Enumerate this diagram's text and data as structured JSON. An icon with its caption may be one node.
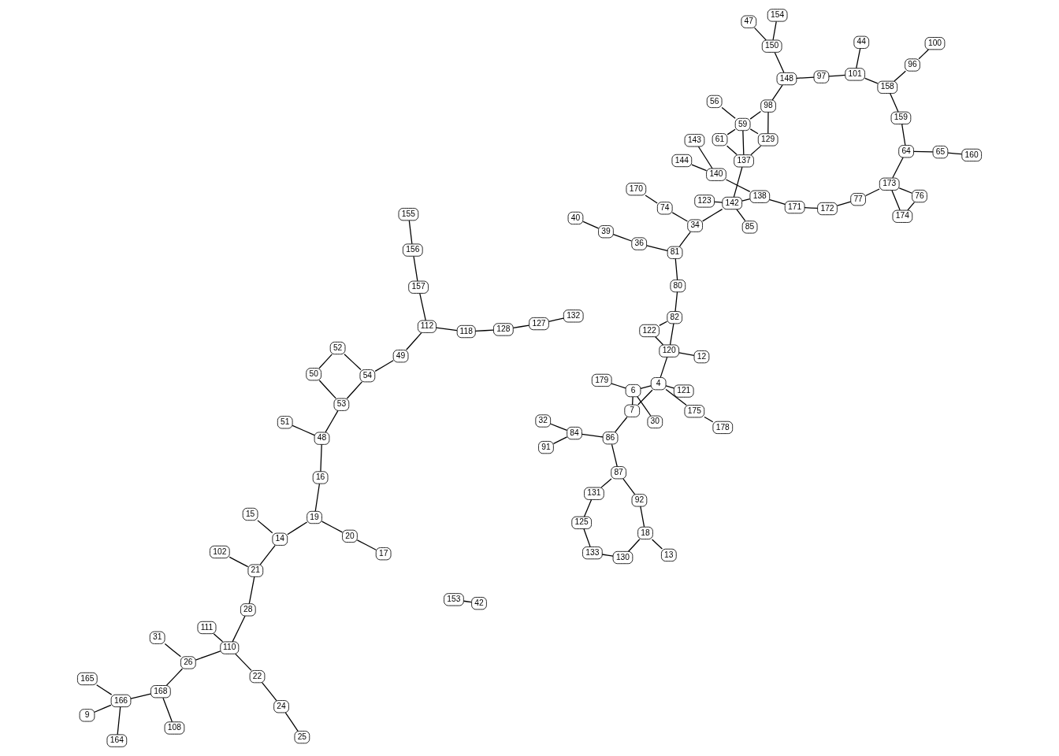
{
  "diagram": {
    "nodes": [
      {
        "text": [
          "9"
        ]
      },
      {
        "text": [
          "108"
        ]
      },
      {
        "text": [
          "111"
        ]
      },
      {
        "text": [
          "102"
        ]
      },
      {
        "text": [
          "166"
        ]
      },
      {
        "text": [
          "165"
        ]
      },
      {
        "text": [
          "164"
        ]
      },
      {
        "text": [
          "168"
        ]
      },
      {
        "text": [
          "110"
        ]
      },
      {
        "text": [
          "26"
        ]
      },
      {
        "text": [
          "22"
        ]
      },
      {
        "text": [
          "31"
        ]
      },
      {
        "text": [
          "24"
        ]
      },
      {
        "text": [
          "28"
        ]
      },
      {
        "text": [
          "25"
        ]
      },
      {
        "text": [
          "32"
        ]
      },
      {
        "text": [
          "30"
        ]
      },
      {
        "text": [
          "91"
        ]
      },
      {
        "text": [
          "84"
        ]
      },
      {
        "text": [
          "92"
        ]
      },
      {
        "text": [
          "6"
        ]
      },
      {
        "text": [
          "4"
        ]
      },
      {
        "text": [
          "7"
        ]
      },
      {
        "text": [
          "86"
        ]
      },
      {
        "text": [
          "87"
        ]
      },
      {
        "text": [
          "85"
        ]
      },
      {
        "text": [
          "175"
        ]
      },
      {
        "text": [
          "12"
        ]
      },
      {
        "text": [
          "178"
        ]
      },
      {
        "text": [
          "179"
        ]
      },
      {
        "text": [
          "120"
        ]
      },
      {
        "text": [
          "121"
        ]
      },
      {
        "text": [
          "122"
        ]
      },
      {
        "text": [
          "123"
        ]
      },
      {
        "text": [
          "82"
        ]
      },
      {
        "text": [
          "80"
        ]
      },
      {
        "text": [
          "81"
        ]
      },
      {
        "text": [
          "34"
        ]
      },
      {
        "text": [
          "36"
        ]
      },
      {
        "text": [
          "40"
        ]
      },
      {
        "text": [
          "39"
        ]
      },
      {
        "text": [
          "142"
        ]
      },
      {
        "text": [
          "17"
        ]
      },
      {
        "text": [
          "20"
        ]
      },
      {
        "text": [
          "21"
        ]
      },
      {
        "text": [
          "14"
        ]
      },
      {
        "text": [
          "15"
        ]
      },
      {
        "text": [
          "19"
        ]
      },
      {
        "text": [
          "16"
        ]
      },
      {
        "text": [
          "13"
        ]
      },
      {
        "text": [
          "18"
        ]
      },
      {
        "text": [
          "51"
        ]
      },
      {
        "text": [
          "50"
        ]
      },
      {
        "text": [
          "52"
        ]
      },
      {
        "text": [
          "53"
        ]
      },
      {
        "text": [
          "54"
        ]
      },
      {
        "text": [
          "49"
        ]
      },
      {
        "text": [
          "112"
        ]
      },
      {
        "text": [
          "130"
        ]
      },
      {
        "text": [
          "133"
        ]
      },
      {
        "text": [
          "131"
        ]
      },
      {
        "text": [
          "128"
        ]
      },
      {
        "text": [
          "127"
        ]
      },
      {
        "text": [
          "132"
        ]
      },
      {
        "text": [
          "125"
        ]
      },
      {
        "text": [
          "129"
        ]
      },
      {
        "text": [
          "118"
        ]
      },
      {
        "text": [
          "157"
        ]
      },
      {
        "text": [
          "153"
        ]
      },
      {
        "text": [
          "154"
        ]
      },
      {
        "text": [
          "42"
        ]
      },
      {
        "text": [
          "156"
        ]
      },
      {
        "text": [
          "155"
        ]
      },
      {
        "text": [
          "150"
        ]
      },
      {
        "text": [
          "148"
        ]
      },
      {
        "text": [
          "97"
        ]
      },
      {
        "text": [
          "47"
        ]
      },
      {
        "text": [
          "98"
        ]
      },
      {
        "text": [
          "101"
        ]
      },
      {
        "text": [
          "59"
        ]
      },
      {
        "text": [
          "61"
        ]
      },
      {
        "text": [
          "56"
        ]
      },
      {
        "text": [
          "44"
        ]
      },
      {
        "text": [
          "158"
        ]
      },
      {
        "text": [
          "159"
        ]
      },
      {
        "text": [
          "96"
        ]
      },
      {
        "text": [
          "100"
        ]
      },
      {
        "text": [
          "137"
        ]
      },
      {
        "text": [
          "144"
        ]
      },
      {
        "text": [
          "138"
        ]
      },
      {
        "text": [
          "140"
        ]
      },
      {
        "text": [
          "143"
        ]
      },
      {
        "text": [
          "171"
        ]
      },
      {
        "text": [
          "172"
        ]
      },
      {
        "text": [
          "77"
        ]
      },
      {
        "text": [
          "74"
        ]
      },
      {
        "text": [
          "174"
        ]
      },
      {
        "text": [
          "170"
        ]
      },
      {
        "text": [
          "76"
        ]
      },
      {
        "text": [
          "173"
        ]
      },
      {
        "text": [
          "64"
        ]
      },
      {
        "text": [
          "65"
        ]
      },
      {
        "text": [
          "160"
        ]
      },
      {
        "text": [
          "48"
        ]
      }
    ],
    "edges": [
      {
        "from": 0,
        "to": 4,
        "arrow": "none"
      },
      {
        "from": 4,
        "to": 5,
        "arrow": "none"
      },
      {
        "from": 4,
        "to": 7,
        "arrow": "none"
      },
      {
        "from": 4,
        "to": 6,
        "arrow": "none"
      },
      {
        "from": 7,
        "to": 9,
        "arrow": "none"
      },
      {
        "from": 8,
        "to": 9,
        "arrow": "none"
      },
      {
        "from": 8,
        "to": 10,
        "arrow": "none"
      },
      {
        "from": 8,
        "to": 13,
        "arrow": "none"
      },
      {
        "from": 1,
        "to": 7,
        "arrow": "none"
      },
      {
        "from": 2,
        "to": 8,
        "arrow": "none"
      },
      {
        "from": 3,
        "to": 44,
        "arrow": "none"
      },
      {
        "from": 44,
        "to": 13,
        "arrow": "none"
      },
      {
        "from": 44,
        "to": 45,
        "arrow": "none"
      },
      {
        "from": 45,
        "to": 47,
        "arrow": "none"
      },
      {
        "from": 43,
        "to": 47,
        "arrow": "none"
      },
      {
        "from": 42,
        "to": 43,
        "arrow": "none"
      },
      {
        "from": 45,
        "to": 46,
        "arrow": "none"
      },
      {
        "from": 47,
        "to": 48,
        "arrow": "none"
      },
      {
        "from": 48,
        "to": 103,
        "arrow": "none"
      },
      {
        "from": 51,
        "to": 103,
        "arrow": "none"
      },
      {
        "from": 52,
        "to": 54,
        "arrow": "none"
      },
      {
        "from": 52,
        "to": 53,
        "arrow": "none"
      },
      {
        "from": 53,
        "to": 55,
        "arrow": "none"
      },
      {
        "from": 54,
        "to": 55,
        "arrow": "none"
      },
      {
        "from": 54,
        "to": 103,
        "arrow": "none"
      },
      {
        "from": 55,
        "to": 56,
        "arrow": "none"
      },
      {
        "from": 56,
        "to": 57,
        "arrow": "none"
      },
      {
        "from": 49,
        "to": 50,
        "arrow": "none"
      },
      {
        "from": 50,
        "to": 19,
        "arrow": "none"
      },
      {
        "from": 50,
        "to": 58,
        "arrow": "none"
      },
      {
        "from": 9,
        "to": 11,
        "arrow": "none"
      },
      {
        "from": 10,
        "to": 12,
        "arrow": "none"
      },
      {
        "from": 12,
        "to": 14,
        "arrow": "none"
      },
      {
        "from": 15,
        "to": 18,
        "arrow": "none"
      },
      {
        "from": 16,
        "to": 20,
        "arrow": "none"
      },
      {
        "from": 20,
        "to": 29,
        "arrow": "none"
      },
      {
        "from": 20,
        "to": 21,
        "arrow": "none"
      },
      {
        "from": 20,
        "to": 22,
        "arrow": "none"
      },
      {
        "from": 21,
        "to": 22,
        "arrow": "none"
      },
      {
        "from": 26,
        "to": 21,
        "arrow": "none"
      },
      {
        "from": 28,
        "to": 26,
        "arrow": "none"
      },
      {
        "from": 27,
        "to": 30,
        "arrow": "none"
      },
      {
        "from": 21,
        "to": 30,
        "arrow": "none"
      },
      {
        "from": 21,
        "to": 31,
        "arrow": "none"
      },
      {
        "from": 22,
        "to": 23,
        "arrow": "none"
      },
      {
        "from": 23,
        "to": 18,
        "arrow": "none"
      },
      {
        "from": 18,
        "to": 17,
        "arrow": "none"
      },
      {
        "from": 23,
        "to": 24,
        "arrow": "none"
      },
      {
        "from": 24,
        "to": 19,
        "arrow": "none"
      },
      {
        "from": 25,
        "to": 41,
        "arrow": "none"
      },
      {
        "from": 24,
        "to": 60,
        "arrow": "none"
      },
      {
        "from": 30,
        "to": 32,
        "arrow": "none"
      },
      {
        "from": 30,
        "to": 34,
        "arrow": "none"
      },
      {
        "from": 32,
        "to": 34,
        "arrow": "none"
      },
      {
        "from": 33,
        "to": 41,
        "arrow": "none"
      },
      {
        "from": 34,
        "to": 35,
        "arrow": "none"
      },
      {
        "from": 35,
        "to": 36,
        "arrow": "none"
      },
      {
        "from": 36,
        "to": 38,
        "arrow": "none"
      },
      {
        "from": 36,
        "to": 37,
        "arrow": "none"
      },
      {
        "from": 37,
        "to": 41,
        "arrow": "none"
      },
      {
        "from": 37,
        "to": 95,
        "arrow": "none"
      },
      {
        "from": 38,
        "to": 40,
        "arrow": "none"
      },
      {
        "from": 39,
        "to": 40,
        "arrow": "none"
      },
      {
        "from": 41,
        "to": 87,
        "arrow": "none"
      },
      {
        "from": 87,
        "to": 65,
        "arrow": "none"
      },
      {
        "from": 87,
        "to": 79,
        "arrow": "none"
      },
      {
        "from": 87,
        "to": 80,
        "arrow": "none"
      },
      {
        "from": 65,
        "to": 79,
        "arrow": "none"
      },
      {
        "from": 65,
        "to": 77,
        "arrow": "none"
      },
      {
        "from": 60,
        "to": 64,
        "arrow": "none"
      },
      {
        "from": 59,
        "to": 64,
        "arrow": "none"
      },
      {
        "from": 58,
        "to": 59,
        "arrow": "none"
      },
      {
        "from": 57,
        "to": 66,
        "arrow": "none"
      },
      {
        "from": 66,
        "to": 61,
        "arrow": "none"
      },
      {
        "from": 61,
        "to": 62,
        "arrow": "none"
      },
      {
        "from": 62,
        "to": 63,
        "arrow": "none"
      },
      {
        "from": 73,
        "to": 76,
        "arrow": "none"
      },
      {
        "from": 74,
        "to": 77,
        "arrow": "none"
      },
      {
        "from": 74,
        "to": 75,
        "arrow": "none"
      },
      {
        "from": 79,
        "to": 80,
        "arrow": "none"
      },
      {
        "from": 79,
        "to": 81,
        "arrow": "none"
      },
      {
        "from": 79,
        "to": 77,
        "arrow": "none"
      },
      {
        "from": 78,
        "to": 82,
        "arrow": "none"
      },
      {
        "from": 83,
        "to": 84,
        "arrow": "none"
      },
      {
        "from": 84,
        "to": 100,
        "arrow": "none"
      },
      {
        "from": 41,
        "to": 89,
        "arrow": "none"
      },
      {
        "from": 89,
        "to": 90,
        "arrow": "none"
      },
      {
        "from": 89,
        "to": 92,
        "arrow": "none"
      },
      {
        "from": 88,
        "to": 90,
        "arrow": "none"
      },
      {
        "from": 90,
        "to": 91,
        "arrow": "none"
      },
      {
        "from": 92,
        "to": 93,
        "arrow": "none"
      },
      {
        "from": 93,
        "to": 94,
        "arrow": "none"
      },
      {
        "from": 94,
        "to": 99,
        "arrow": "none"
      },
      {
        "from": 96,
        "to": 98,
        "arrow": "none"
      },
      {
        "from": 96,
        "to": 99,
        "arrow": "none"
      },
      {
        "from": 98,
        "to": 99,
        "arrow": "none"
      },
      {
        "from": 95,
        "to": 97,
        "arrow": "none"
      },
      {
        "from": 99,
        "to": 100,
        "arrow": "none"
      },
      {
        "from": 100,
        "to": 101,
        "arrow": "none"
      },
      {
        "from": 101,
        "to": 102,
        "arrow": "none"
      },
      {
        "from": 85,
        "to": 86,
        "arrow": "none"
      },
      {
        "from": 67,
        "to": 71,
        "arrow": "none"
      },
      {
        "from": 68,
        "to": 70,
        "arrow": "none"
      },
      {
        "from": 69,
        "to": 73,
        "arrow": "none"
      },
      {
        "from": 72,
        "to": 71,
        "arrow": "none"
      },
      {
        "from": 57,
        "to": 67,
        "arrow": "none"
      },
      {
        "from": 73,
        "to": 74,
        "arrow": "none"
      },
      {
        "from": 75,
        "to": 78,
        "arrow": "none"
      },
      {
        "from": 78,
        "to": 83,
        "arrow": "none"
      },
      {
        "from": 83,
        "to": 85,
        "arrow": "none"
      }
    ]
  }
}
